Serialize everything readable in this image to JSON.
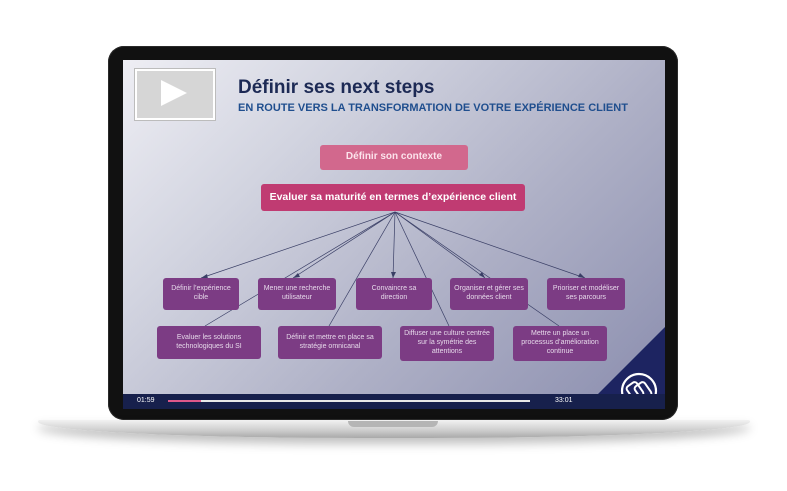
{
  "slide": {
    "title": "Définir ses next steps",
    "subtitle": "EN ROUTE VERS LA TRANSFORMATION DE VOTRE EXPÉRIENCE CLIENT"
  },
  "diagram": {
    "context": "Définir son contexte",
    "maturity": "Evaluer sa maturité en termes d’expérience client",
    "steps": [
      "Définir l’expérience cible",
      "Mener une recherche utilisateur",
      "Convaincre sa direction",
      "Organiser et gérer ses données client",
      "Prioriser et modéliser ses parcours",
      "Evaluer les solutions technologiques du SI",
      "Définir et mettre en place sa stratégie omnicanal",
      "Diffuser une culture centrée sur la symétrie des attentions",
      "Mettre un place un processus d’amélioration continue"
    ]
  },
  "player": {
    "current_time": "01:59",
    "duration": "33:01",
    "progress": 0.09
  },
  "colors": {
    "title": "#1d2a55",
    "subtitle": "#1f4e8e",
    "context_box": "#d2688d",
    "maturity_box": "#c03b72",
    "step_box": "#7c3c84",
    "corner": "#1d2461",
    "progress_fill": "#e0588a"
  },
  "icons": [
    "play-icon",
    "brand-logo-icon"
  ]
}
